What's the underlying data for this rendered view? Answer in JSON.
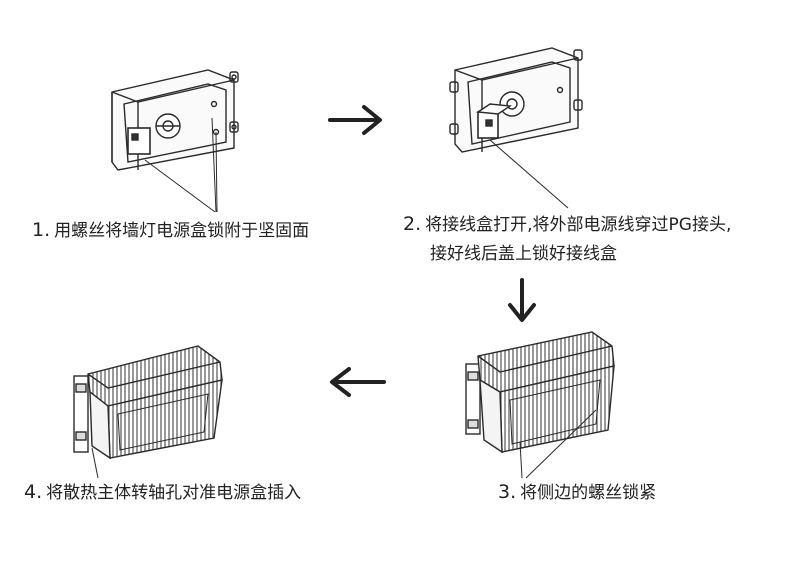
{
  "steps": [
    {
      "number": "1.",
      "lines": [
        "用螺丝将墙灯电源盒锁附于坚固面"
      ]
    },
    {
      "number": "2.",
      "lines": [
        "将接线盒打开,将外部电源线穿过PG接头,",
        "接好线后盖上锁好接线盒"
      ]
    },
    {
      "number": "3.",
      "lines": [
        "将侧边的螺丝锁紧"
      ]
    },
    {
      "number": "4.",
      "lines": [
        "将散热主体转轴孔对准电源盒插入"
      ]
    }
  ],
  "colors": {
    "line": "#2a2a2a",
    "arrow": "#222222",
    "fin": "#444444"
  }
}
